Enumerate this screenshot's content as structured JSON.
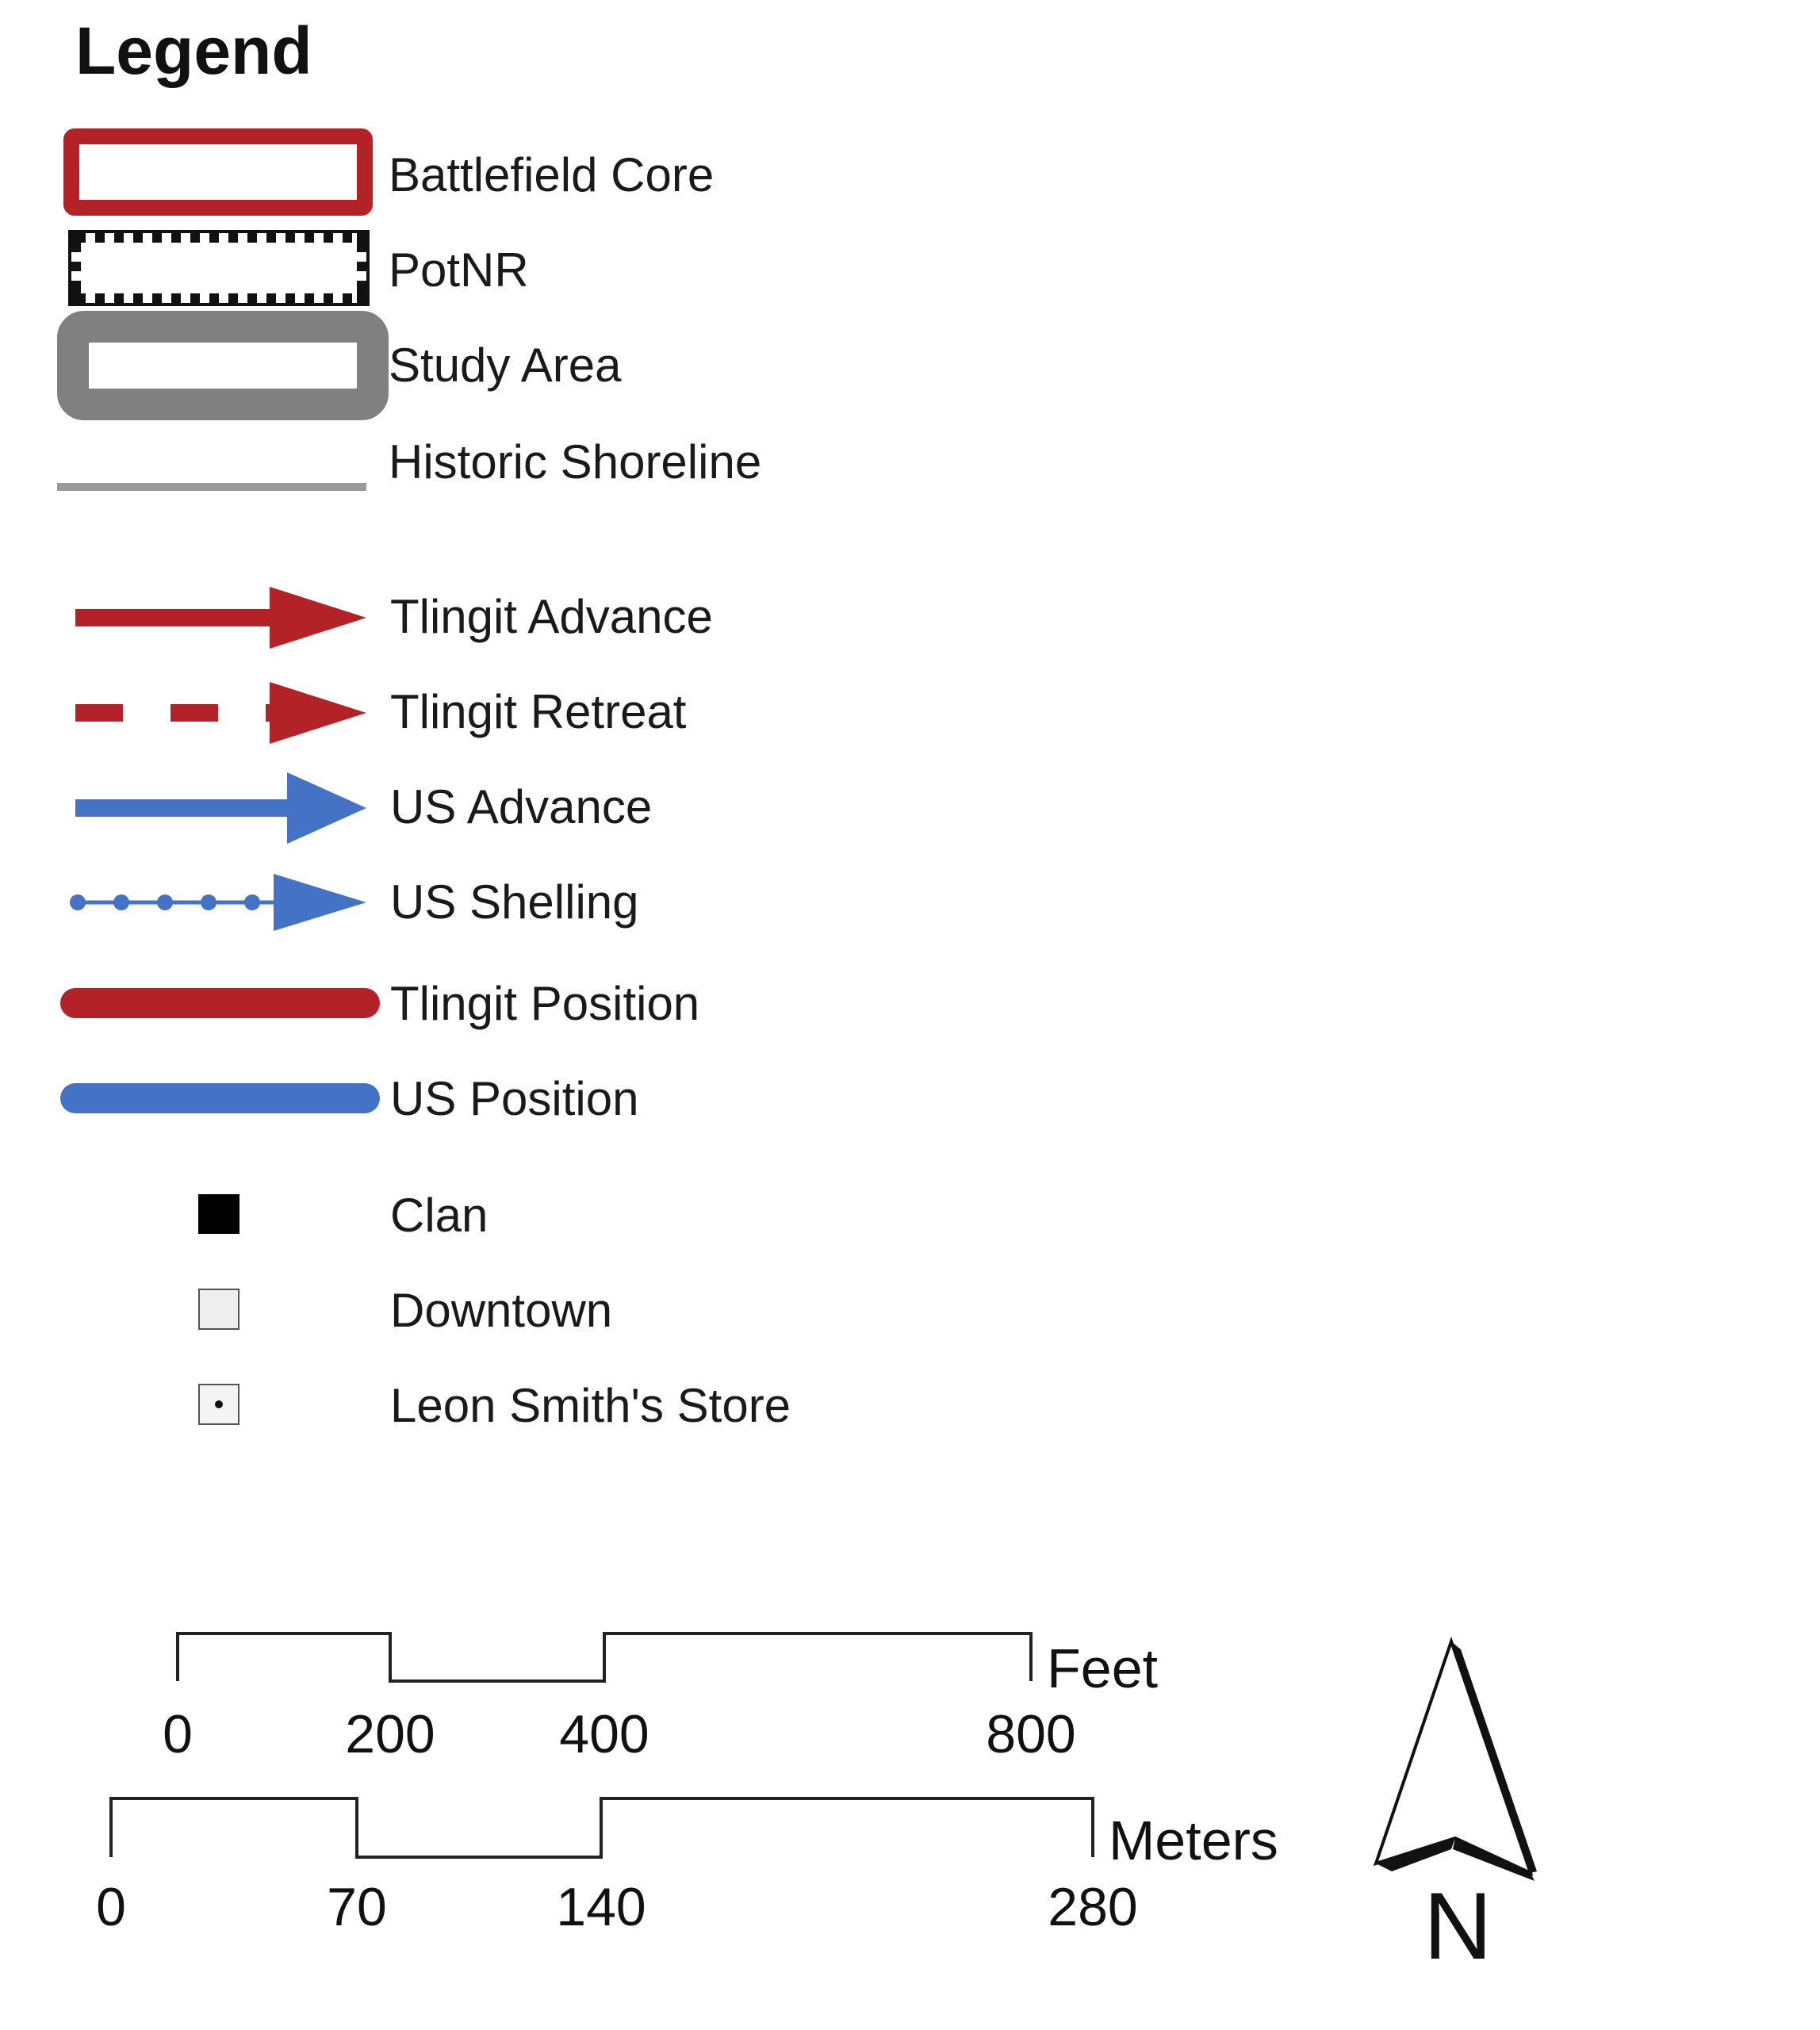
{
  "legend": {
    "title": "Legend",
    "items": [
      {
        "label": "Battlefield Core",
        "symbol": "red-rectangle-outline"
      },
      {
        "label": "PotNR",
        "symbol": "checkered-rectangle-outline"
      },
      {
        "label": "Study Area",
        "symbol": "gray-thick-rectangle-outline"
      },
      {
        "label": "Historic Shoreline",
        "symbol": "gray-line"
      },
      {
        "label": "Tlingit Advance",
        "symbol": "red-solid-arrow"
      },
      {
        "label": "Tlingit Retreat",
        "symbol": "red-dashed-arrow"
      },
      {
        "label": "US Advance",
        "symbol": "blue-solid-arrow"
      },
      {
        "label": "US Shelling",
        "symbol": "blue-dotted-arrow"
      },
      {
        "label": "Tlingit Position",
        "symbol": "red-thick-line"
      },
      {
        "label": "US Position",
        "symbol": "blue-thick-line"
      },
      {
        "label": "Clan",
        "symbol": "black-square"
      },
      {
        "label": "Downtown",
        "symbol": "light-gray-square"
      },
      {
        "label": "Leon Smith's Store",
        "symbol": "dotted-square"
      }
    ]
  },
  "colors": {
    "tlingit_red": "#b22227",
    "us_blue": "#4472c4",
    "study_gray": "#808080",
    "shoreline_gray": "#999999"
  },
  "scale_bars": [
    {
      "unit": "Feet",
      "ticks": [
        "0",
        "200",
        "400",
        "800"
      ]
    },
    {
      "unit": "Meters",
      "ticks": [
        "0",
        "70",
        "140",
        "280"
      ]
    }
  ],
  "north_arrow": {
    "label": "N",
    "icon": "north-arrow-icon"
  }
}
